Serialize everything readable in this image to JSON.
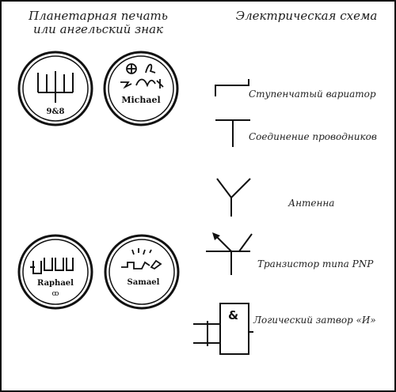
{
  "headers": {
    "left_line1": "Планетарная печать",
    "left_line2": "или ангельский знак",
    "right": "Электрическая схема"
  },
  "seals": [
    {
      "name_text": "",
      "glyph_caption": "9&8"
    },
    {
      "name_text": "Michael"
    },
    {
      "name_text": "Raphael"
    },
    {
      "name_text": "Samael"
    }
  ],
  "symbols": [
    {
      "label": "Ступенчатый вариатор",
      "icon": "step-variator-icon"
    },
    {
      "label": "Соединение проводников",
      "icon": "conductor-junction-icon"
    },
    {
      "label": "Антенна",
      "icon": "antenna-icon"
    },
    {
      "label": "Транзистор типа PNP",
      "icon": "pnp-transistor-icon"
    },
    {
      "label": "Логический затвор «И»",
      "icon": "and-gate-icon",
      "gate_glyph": "&"
    }
  ]
}
